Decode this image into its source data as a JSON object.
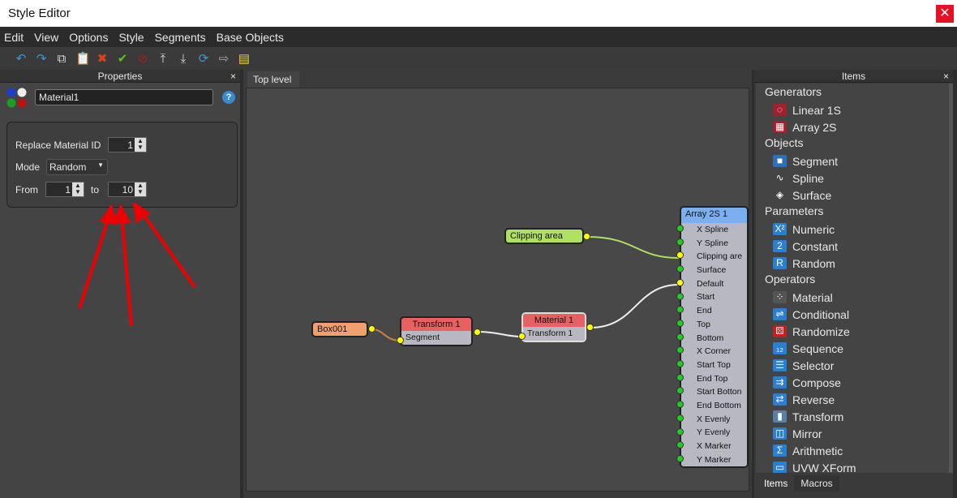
{
  "window": {
    "title": "Style Editor",
    "close": "✕"
  },
  "menu": [
    "Edit",
    "View",
    "Options",
    "Style",
    "Segments",
    "Base Objects"
  ],
  "toolbar": [
    "↶",
    "↷",
    "⧉",
    "📋",
    "✖",
    "✔",
    "⊘",
    "⤒",
    "⤓",
    "⟳",
    "⇨",
    "▤"
  ],
  "properties": {
    "title": "Properties",
    "close": "×",
    "name": "Material1",
    "help": "?",
    "replace_label": "Replace Material ID",
    "replace_value": "1",
    "mode_label": "Mode",
    "mode_value": "Random",
    "from_label": "From",
    "from_value": "1",
    "to_label": "to",
    "to_value": "10"
  },
  "canvas": {
    "tab": "Top level",
    "nodes": {
      "box": "Box001",
      "transform": "Transform 1",
      "transform_in": "Segment",
      "material": "Material 1",
      "material_in": "Transform 1",
      "clip": "Clipping area",
      "array": "Array 2S 1"
    },
    "array_inputs": [
      "X Spline",
      "Y Spline",
      "Clipping are",
      "Surface",
      "Default",
      "Start",
      "End",
      "Top",
      "Bottom",
      "X Corner",
      "Start Top",
      "End Top",
      "Start Botton",
      "End Bottom",
      "X Evenly",
      "Y Evenly",
      "X Marker",
      "Y Marker"
    ]
  },
  "items": {
    "title": "Items",
    "close": "×",
    "groups": [
      {
        "name": "Generators",
        "items": [
          {
            "label": "Linear 1S",
            "icon": "linear-icon",
            "glyph": "◌",
            "color": "#a02030"
          },
          {
            "label": "Array 2S",
            "icon": "grid-icon",
            "glyph": "▦",
            "color": "#a02030"
          }
        ]
      },
      {
        "name": "Objects",
        "items": [
          {
            "label": "Segment",
            "icon": "cubes-icon",
            "glyph": "■",
            "color": "#2a6fc0"
          },
          {
            "label": "Spline",
            "icon": "spline-icon",
            "glyph": "∿",
            "color": "#444"
          },
          {
            "label": "Surface",
            "icon": "surface-icon",
            "glyph": "◈",
            "color": "#444"
          }
        ]
      },
      {
        "name": "Parameters",
        "items": [
          {
            "label": "Numeric",
            "icon": "numeric-icon",
            "glyph": "X²",
            "color": "#2a7fd0"
          },
          {
            "label": "Constant",
            "icon": "constant-icon",
            "glyph": "2",
            "color": "#2a7fd0"
          },
          {
            "label": "Random",
            "icon": "random-icon",
            "glyph": "R",
            "color": "#2a7fd0"
          }
        ]
      },
      {
        "name": "Operators",
        "items": [
          {
            "label": "Material",
            "icon": "material-icon",
            "glyph": "⁘",
            "color": "#555"
          },
          {
            "label": "Conditional",
            "icon": "conditional-icon",
            "glyph": "⇌",
            "color": "#2a7fd0"
          },
          {
            "label": "Randomize",
            "icon": "dice-icon",
            "glyph": "⚄",
            "color": "#c02020"
          },
          {
            "label": "Sequence",
            "icon": "sequence-icon",
            "glyph": "₁₂",
            "color": "#2a7fd0"
          },
          {
            "label": "Selector",
            "icon": "selector-icon",
            "glyph": "☰",
            "color": "#2a7fd0"
          },
          {
            "label": "Compose",
            "icon": "compose-icon",
            "glyph": "⇉",
            "color": "#2a7fd0"
          },
          {
            "label": "Reverse",
            "icon": "reverse-icon",
            "glyph": "⇄",
            "color": "#2a7fd0"
          },
          {
            "label": "Transform",
            "icon": "transform-icon",
            "glyph": "▮",
            "color": "#5a7fa0"
          },
          {
            "label": "Mirror",
            "icon": "mirror-icon",
            "glyph": "◫",
            "color": "#2a7fd0"
          },
          {
            "label": "Arithmetic",
            "icon": "sigma-icon",
            "glyph": "Σ",
            "color": "#2a7fd0"
          },
          {
            "label": "UVW XForm",
            "icon": "uvw-icon",
            "glyph": "▭",
            "color": "#2a7fd0"
          }
        ]
      }
    ],
    "tabs": [
      "Items",
      "Macros"
    ]
  }
}
